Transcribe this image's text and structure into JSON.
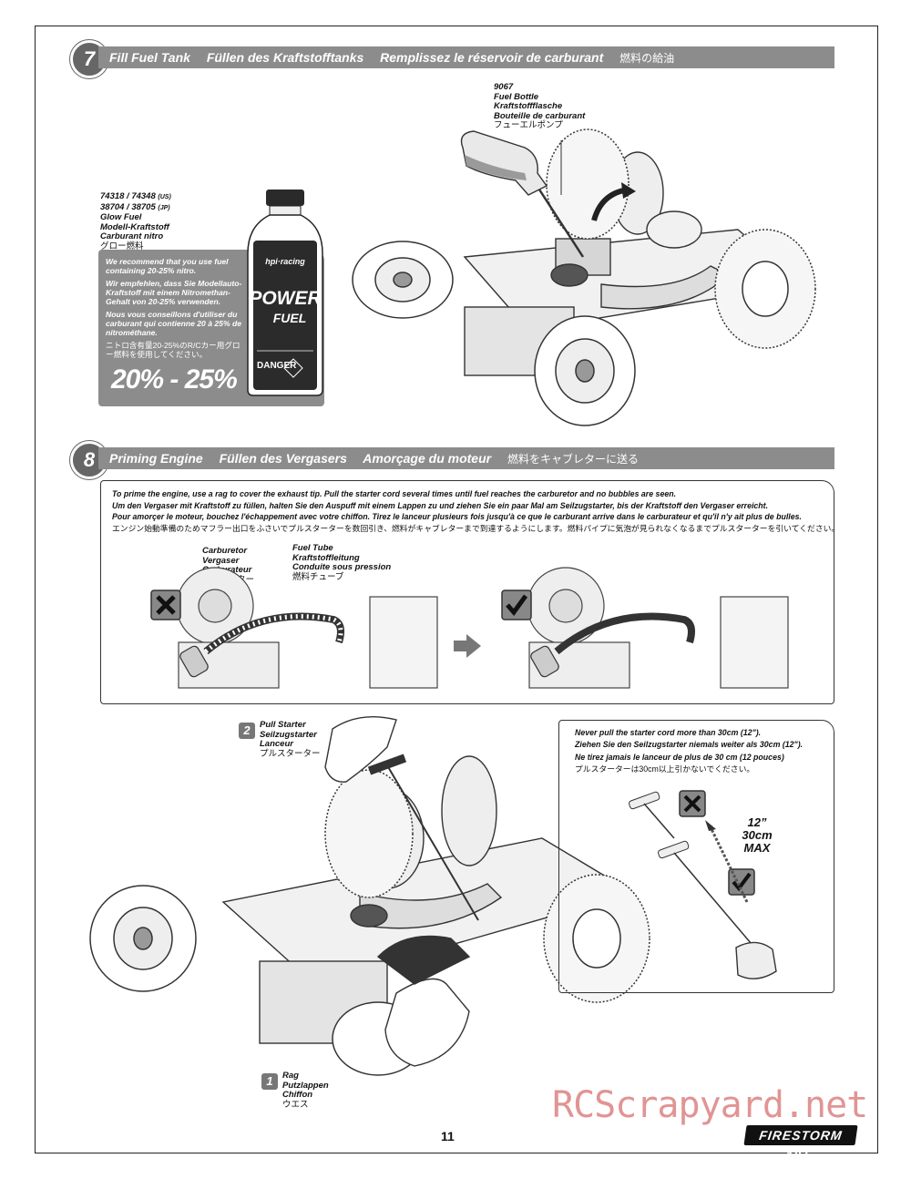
{
  "step7": {
    "number": "7",
    "titles": [
      "Fill Fuel Tank",
      "Füllen des Kraftstofftanks",
      "Remplissez le réservoir de carburant"
    ],
    "title_jp": "燃料の給油",
    "bottle": {
      "part": "9067",
      "en": "Fuel Bottle",
      "de": "Kraftstoffflasche",
      "fr": "Bouteille de carburant",
      "jp": "フューエルポンプ"
    },
    "fuel": {
      "part": "74318 / 74348",
      "part_suffix": "(US)",
      "part2": "38704 / 38705",
      "part2_suffix": "(JP)",
      "en": "Glow Fuel",
      "de": "Modell-Kraftstoff",
      "fr": "Carburant nitro",
      "jp": "グロー燃料"
    },
    "fuel_box": {
      "en": "We recommend that you use fuel containing 20-25% nitro.",
      "de": "Wir empfehlen, dass Sie Modellauto-Kraftstoff mit einem Nitromethan-Gehalt von 20-25% verwenden.",
      "fr": "Nous vous conseillons d'utiliser du carburant qui contienne 20 à 25% de nitrométhane.",
      "jp": "ニトロ含有量20-25%のR/Cカー用グロー燃料を使用してください。",
      "percent": "20% - 25%"
    },
    "can_label": {
      "brand": "hpi·racing",
      "name1": "POWER",
      "name2": "FUEL",
      "danger": "DANGER"
    }
  },
  "step8": {
    "number": "8",
    "titles": [
      "Priming Engine",
      "Füllen des Vergasers",
      "Amorçage du moteur"
    ],
    "title_jp": "燃料をキャブレターに送る",
    "instructions": {
      "en": "To prime the engine, use a rag to cover the exhaust tip. Pull the starter cord several times until fuel reaches the carburetor and no bubbles are seen.",
      "de": "Um den Vergaser mit Kraftstoff zu füllen, halten Sie den Auspuff mit einem Lappen zu und ziehen Sie ein paar Mal am Seilzugstarter, bis der Kraftstoff den Vergaser erreicht.",
      "fr": "Pour amorçer le moteur, bouchez l'échappement avec votre chiffon. Tirez le lanceur plusieurs fois jusqu'à ce que le carburant arrive dans le carburateur et qu'il n'y ait plus de bulles.",
      "jp": "エンジン始動準備のためマフラー出口をふさいでプルスターターを数回引き、燃料がキャブレターまで到達するようにします。燃料パイプに気泡が見られなくなるまでプルスターターを引いてください。"
    },
    "carburetor": {
      "en": "Carburetor",
      "de": "Vergaser",
      "fr": "Carburateur",
      "jp": "キャブレター"
    },
    "fuel_tube": {
      "en": "Fuel Tube",
      "de": "Kraftstoffleitung",
      "fr": "Conduite sous pression",
      "jp": "燃料チューブ"
    },
    "pull_starter": {
      "num": "2",
      "en": "Pull Starter",
      "de": "Seilzugstarter",
      "fr": "Lanceur",
      "jp": "プルスターター"
    },
    "rag": {
      "num": "1",
      "en": "Rag",
      "de": "Putzlappen",
      "fr": "Chiffon",
      "jp": "ウエス"
    },
    "warning": {
      "en": "Never pull the starter cord more than 30cm (12\").",
      "de": "Ziehen Sie den Seilzugstarter niemals weiter als 30cm (12\").",
      "fr": "Ne tirez jamais le lanceur de plus de 30 cm (12 pouces)",
      "jp": "プルスターターは30cm以上引かないでください。"
    },
    "max": {
      "in": "12”",
      "cm": "30cm",
      "label": "MAX"
    }
  },
  "footer": {
    "page": "11",
    "brand": "FIRESTORM 10T",
    "watermark": "RCScrapyard.net"
  }
}
